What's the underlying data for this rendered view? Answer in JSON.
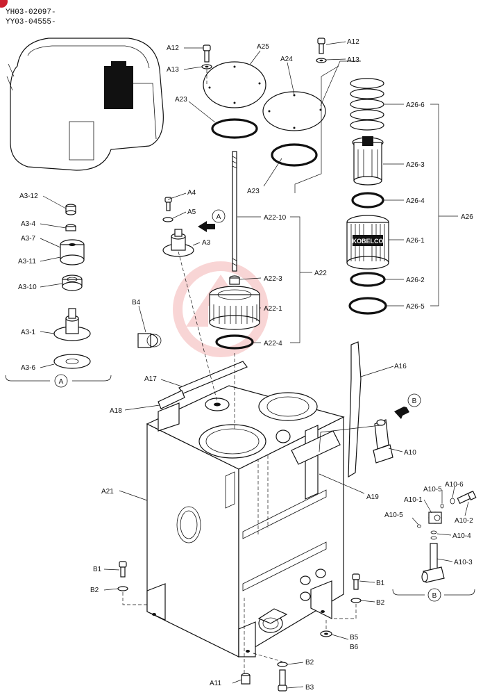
{
  "header": {
    "line1": "YH03-02097-",
    "line2": "YY03-04555-"
  },
  "corner_badge_color": "#cc1f2e",
  "watermark_color": "#f4b3b3",
  "views": {
    "a": "A",
    "b": "B"
  },
  "labels": {
    "A12": "A12",
    "A13": "A13",
    "A25": "A25",
    "A24": "A24",
    "A23": "A23",
    "A26": "A26",
    "A26_6": "A26-6",
    "A26_3": "A26-3",
    "A26_4": "A26-4",
    "A26_1": "A26-1",
    "A26_2": "A26-2",
    "A26_5": "A26-5",
    "A4": "A4",
    "A5": "A5",
    "A3": "A3",
    "A22": "A22",
    "A22_10": "A22-10",
    "A22_3": "A22-3",
    "A22_1": "A22-1",
    "A22_4": "A22-4",
    "A3_12": "A3-12",
    "A3_4": "A3-4",
    "A3_7": "A3-7",
    "A3_11": "A3-11",
    "A3_10": "A3-10",
    "A3_1": "A3-1",
    "A3_6": "A3-6",
    "B4": "B4",
    "A17": "A17",
    "A18": "A18",
    "A16": "A16",
    "A10": "A10",
    "A19": "A19",
    "A21": "A21",
    "A10_1": "A10-1",
    "A10_5": "A10-5",
    "A10_6": "A10-6",
    "A10_2": "A10-2",
    "A10_4": "A10-4",
    "A10_3": "A10-3",
    "B1": "B1",
    "B2": "B2",
    "B5": "B5",
    "B6": "B6",
    "B3": "B3",
    "A11": "A11"
  },
  "filter_brand": "KOBELCO"
}
